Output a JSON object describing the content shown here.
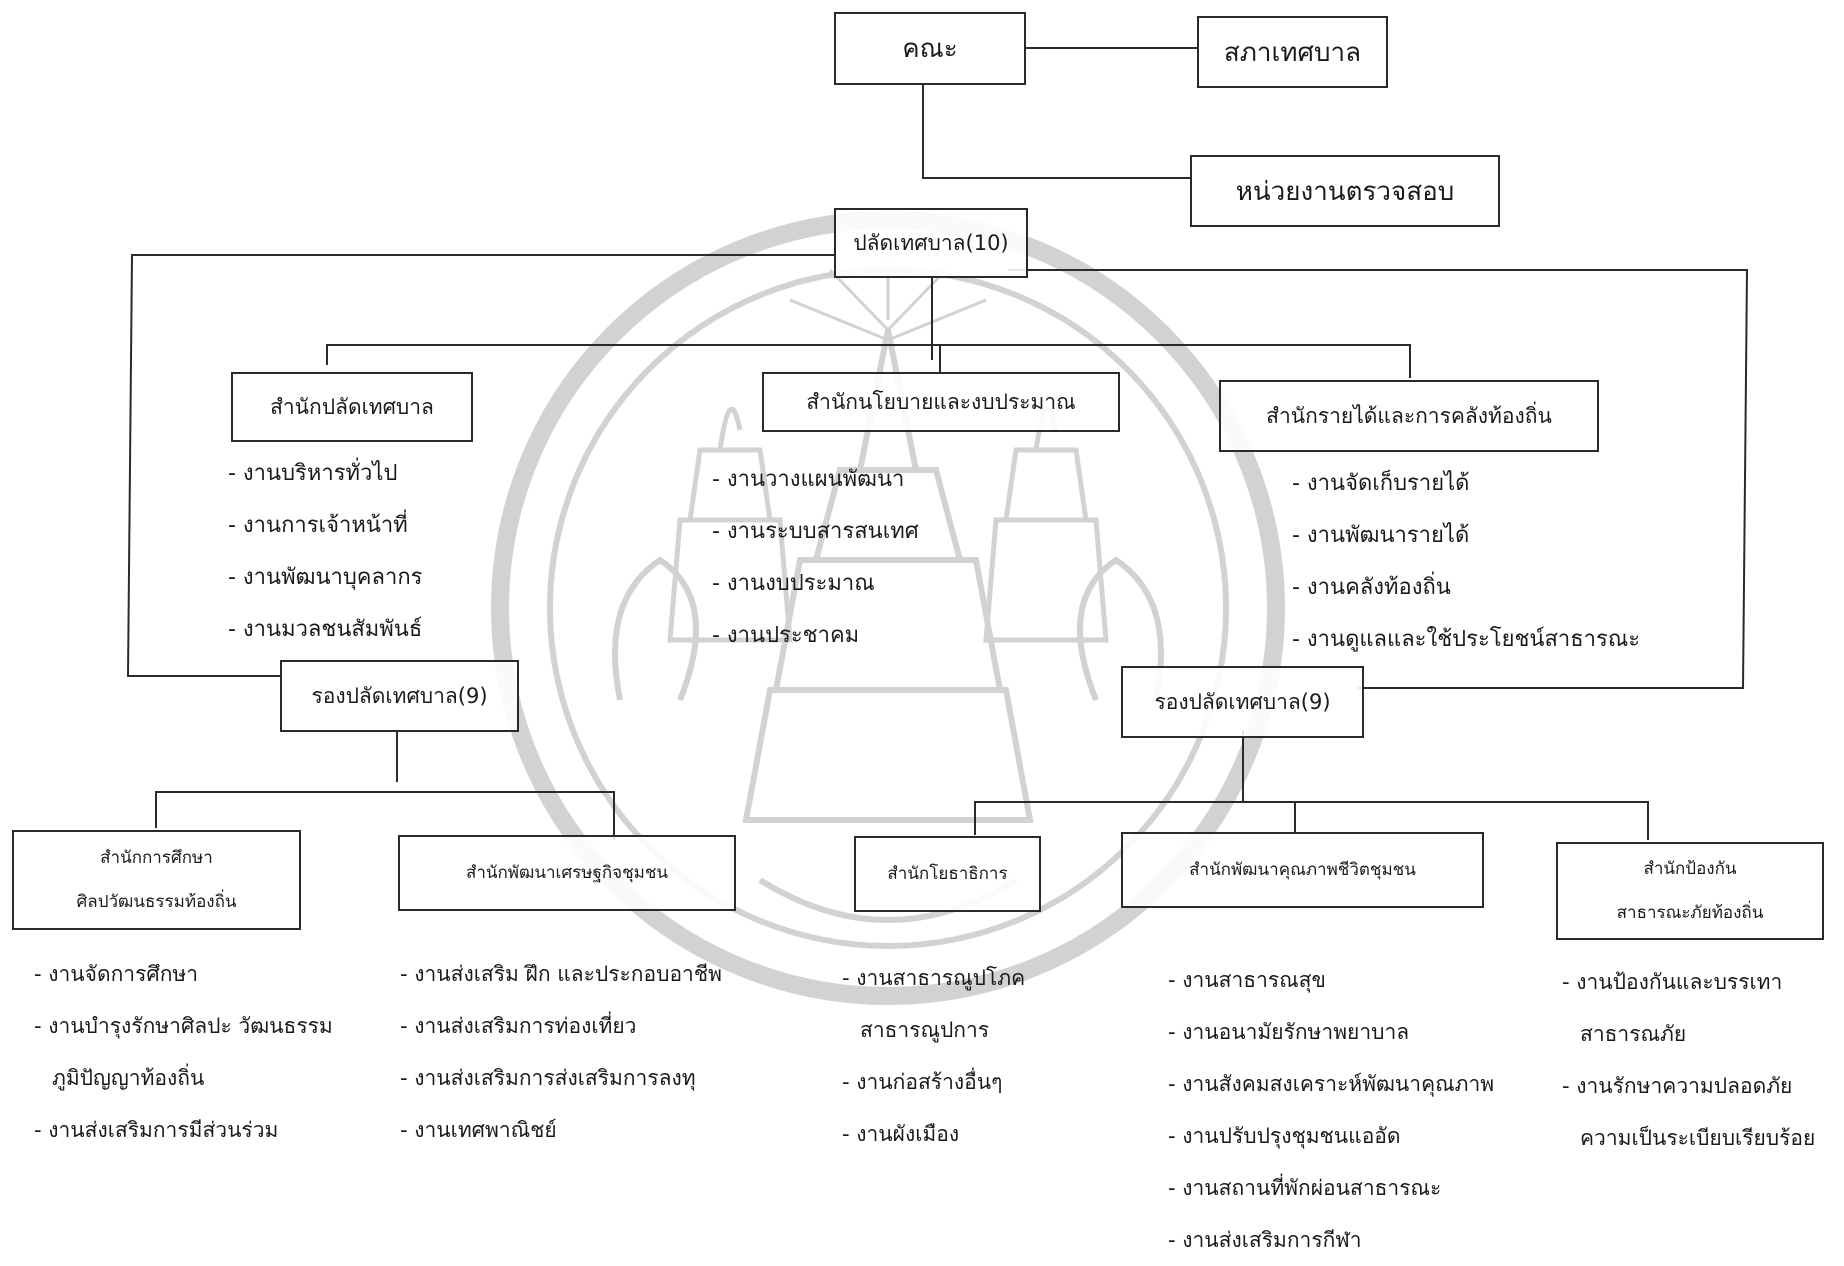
{
  "council": {
    "executive": "คณะ",
    "assembly": "สภาเทศบาล",
    "audit": "หน่วยงานตรวจสอบ"
  },
  "clerk": "ปลัดเทศบาล(10)",
  "offices_top": [
    {
      "title": "สำนักปลัดเทศบาล",
      "items": [
        "- งานบริหารทั่วไป",
        "- งานการเจ้าหน้าที่",
        "- งานพัฒนาบุคลากร",
        "- งานมวลชนสัมพันธ์"
      ]
    },
    {
      "title": "สำนักนโยบายและงบประมาณ",
      "items": [
        "- งานวางแผนพัฒนา",
        "- งานระบบสารสนเทศ",
        "- งานงบประมาณ",
        "- งานประชาคม"
      ]
    },
    {
      "title": "สำนักรายได้และการคลังท้องถิ่น",
      "items": [
        "- งานจัดเก็บรายได้",
        "- งานพัฒนารายได้",
        "- งานคลังท้องถิ่น",
        "- งานดูแลและใช้ประโยชน์สาธารณะ"
      ]
    }
  ],
  "deputies": [
    "รองปลัดเทศบาล(9)",
    "รองปลัดเทศบาล(9)"
  ],
  "offices_bottom": [
    {
      "title_lines": [
        "สำนักการศึกษา",
        "ศิลปวัฒนธรรมท้องถิ่น"
      ],
      "items": [
        "- งานจัดการศึกษา",
        "- งานบำรุงรักษาศิลปะ วัฒนธรรม",
        "ภูมิปัญญาท้องถิ่น",
        "- งานส่งเสริมการมีส่วนร่วม"
      ]
    },
    {
      "title_lines": [
        "สำนักพัฒนาเศรษฐกิจชุมชน"
      ],
      "items": [
        "- งานส่งเสริม ฝึก และประกอบอาชีพ",
        "- งานส่งเสริมการท่องเที่ยว",
        "- งานส่งเสริมการส่งเสริมการลงทุ",
        "- งานเทศพาณิชย์"
      ]
    },
    {
      "title_lines": [
        "สำนักโยธาธิการ"
      ],
      "items": [
        "- งานสาธารณูปโภค",
        "สาธารณูปการ",
        "- งานก่อสร้างอื่นๆ",
        "- งานผังเมือง"
      ]
    },
    {
      "title_lines": [
        "สำนักพัฒนาคุณภาพชีวิตชุมชน"
      ],
      "items": [
        "- งานสาธารณสุข",
        "- งานอนามัยรักษาพยาบาล",
        "- งานสังคมสงเคราะห์พัฒนาคุณภาพ",
        "- งานปรับปรุงชุมชนแออัด",
        "- งานสถานที่พักผ่อนสาธารณะ",
        "- งานส่งเสริมการกีฬา"
      ]
    },
    {
      "title_lines": [
        "สำนักป้องกัน",
        "สาธารณะภัยท้องถิ่น"
      ],
      "items": [
        "- งานป้องกันและบรรเทา",
        "สาธารณภัย",
        "- งานรักษาความปลอดภัย",
        "ความเป็นระเบียบเรียบร้อย"
      ]
    }
  ],
  "colors": {
    "line": "#2a2a2a",
    "watermark": "#cfcfcf"
  }
}
